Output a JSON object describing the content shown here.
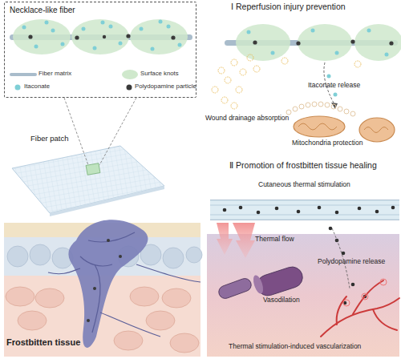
{
  "diagram": {
    "nodes": [
      {
        "text": [
          "Necklace-like fiber"
        ]
      }
    ],
    "labels": [
      "Fiber patch",
      "Ⅰ Reperfusion injury prevention",
      "Wound drainage absorption",
      "Itaconate release",
      "Mitochondria protection",
      "Frostbitten tissue",
      "Ⅱ Promotion of frostbitten tissue healing",
      "Cutaneous thermal stimulation",
      "Thermal flow",
      "Vasodilation",
      "Polydopamine release",
      "Thermal stimulation-induced vascularization"
    ],
    "legend": [
      {
        "text": "Fiber matrix"
      },
      {
        "text": "Surface knots"
      },
      {
        "text": "Itaconate"
      },
      {
        "text": "Polydopamine particle"
      }
    ]
  }
}
